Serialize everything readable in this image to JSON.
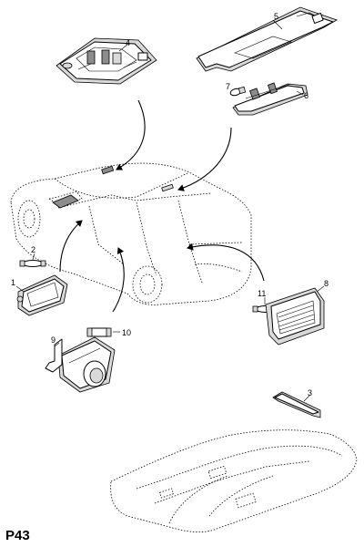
{
  "page_code": "P43",
  "callouts": {
    "c1": "1",
    "c2": "2",
    "c3": "3",
    "c4": "4",
    "c5": "5",
    "c6": "6",
    "c7": "7",
    "c8": "8",
    "c9": "9",
    "c10": "10",
    "c11": "11"
  }
}
